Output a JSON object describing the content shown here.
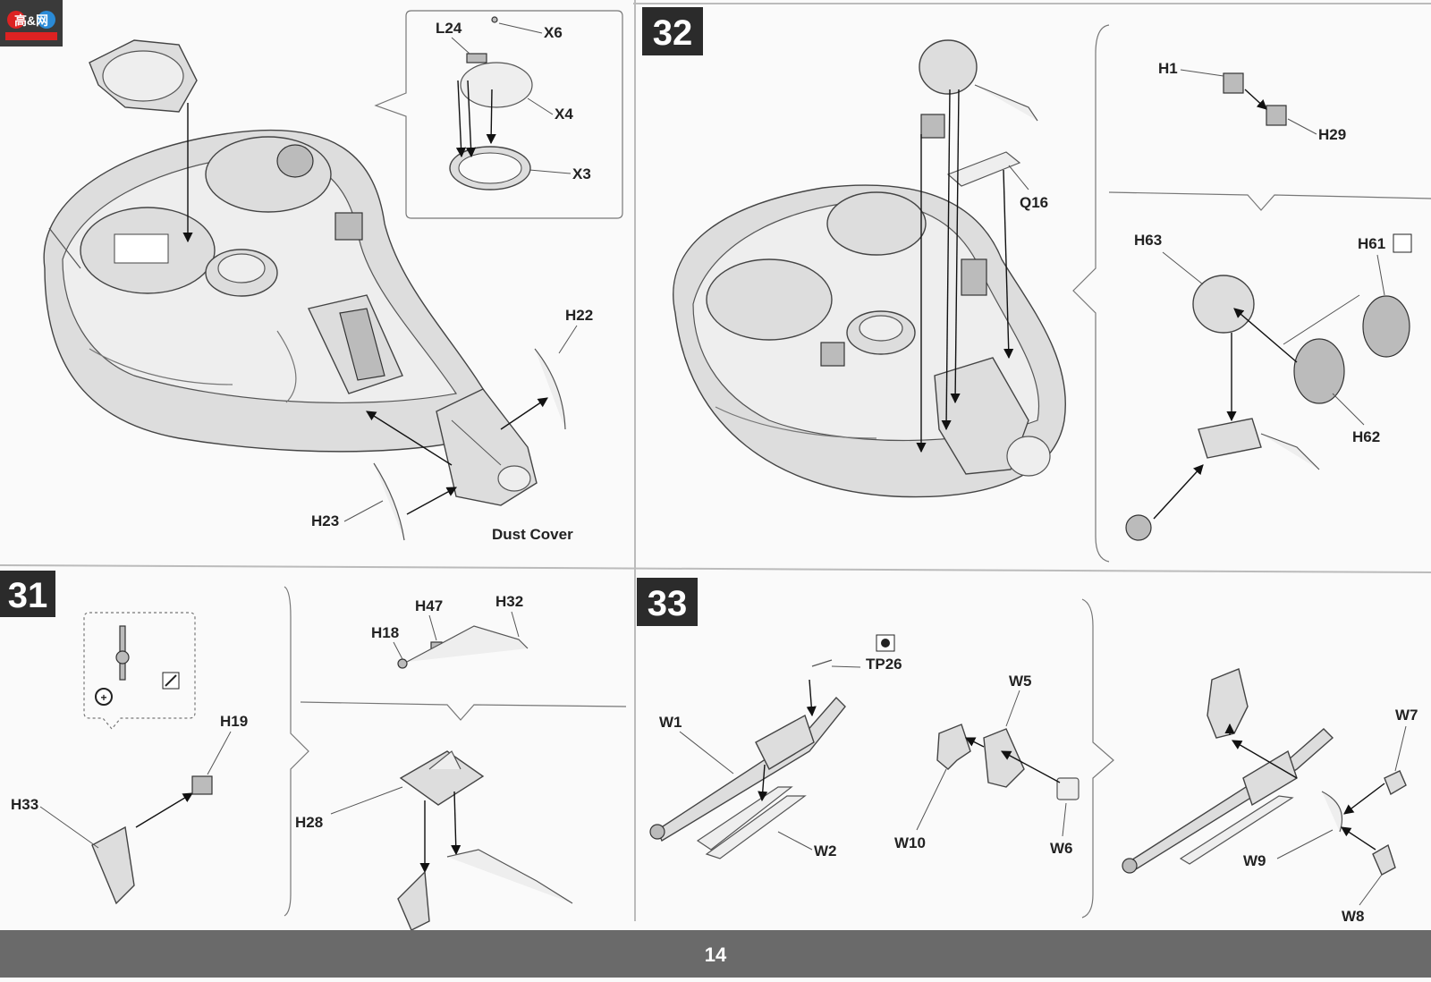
{
  "page_number": "14",
  "logo_text": "高&网",
  "steps": [
    {
      "number": "31"
    },
    {
      "number": "32"
    },
    {
      "number": "33"
    }
  ],
  "labels": {
    "top_left": [
      "L24",
      "X6",
      "X4",
      "X3",
      "H22",
      "H23",
      "Dust Cover"
    ],
    "step31": [
      "H33",
      "H19",
      "H18",
      "H47",
      "H32",
      "H28"
    ],
    "step32": [
      "Q16",
      "H1",
      "H29",
      "H63",
      "H61",
      "H62"
    ],
    "step33": [
      "TP26",
      "W1",
      "W2",
      "W5",
      "W10",
      "W6",
      "W7",
      "W9",
      "W8"
    ]
  },
  "colors": {
    "badge_bg": "#2b2b2b",
    "footer_bg": "#6a6a6a",
    "logo_red": "#d22"
  }
}
